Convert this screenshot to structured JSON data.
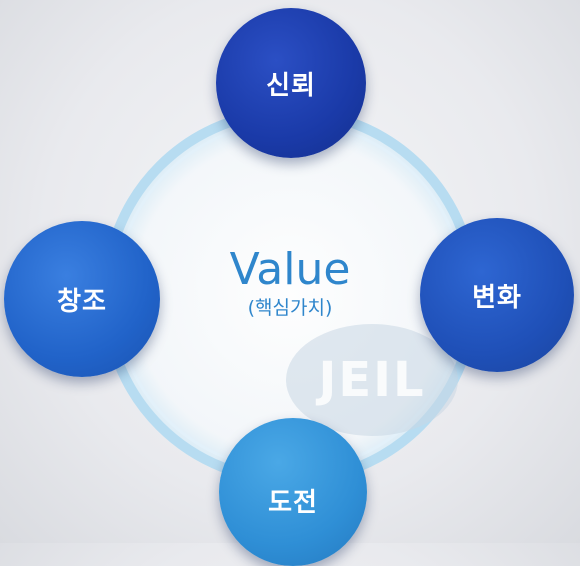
{
  "center": {
    "title": "Value",
    "subtitle": "(핵심가치)"
  },
  "nodes": {
    "top": "신뢰",
    "left": "창조",
    "right": "변화",
    "bottom": "도전"
  },
  "watermark": "JEIL",
  "colors": {
    "ring": "#9fd0ec",
    "node_dark": "#1a3aa8",
    "node_mid": "#1f5cc0",
    "node_light": "#2e8fd6",
    "center_text": "#2f86cc"
  }
}
